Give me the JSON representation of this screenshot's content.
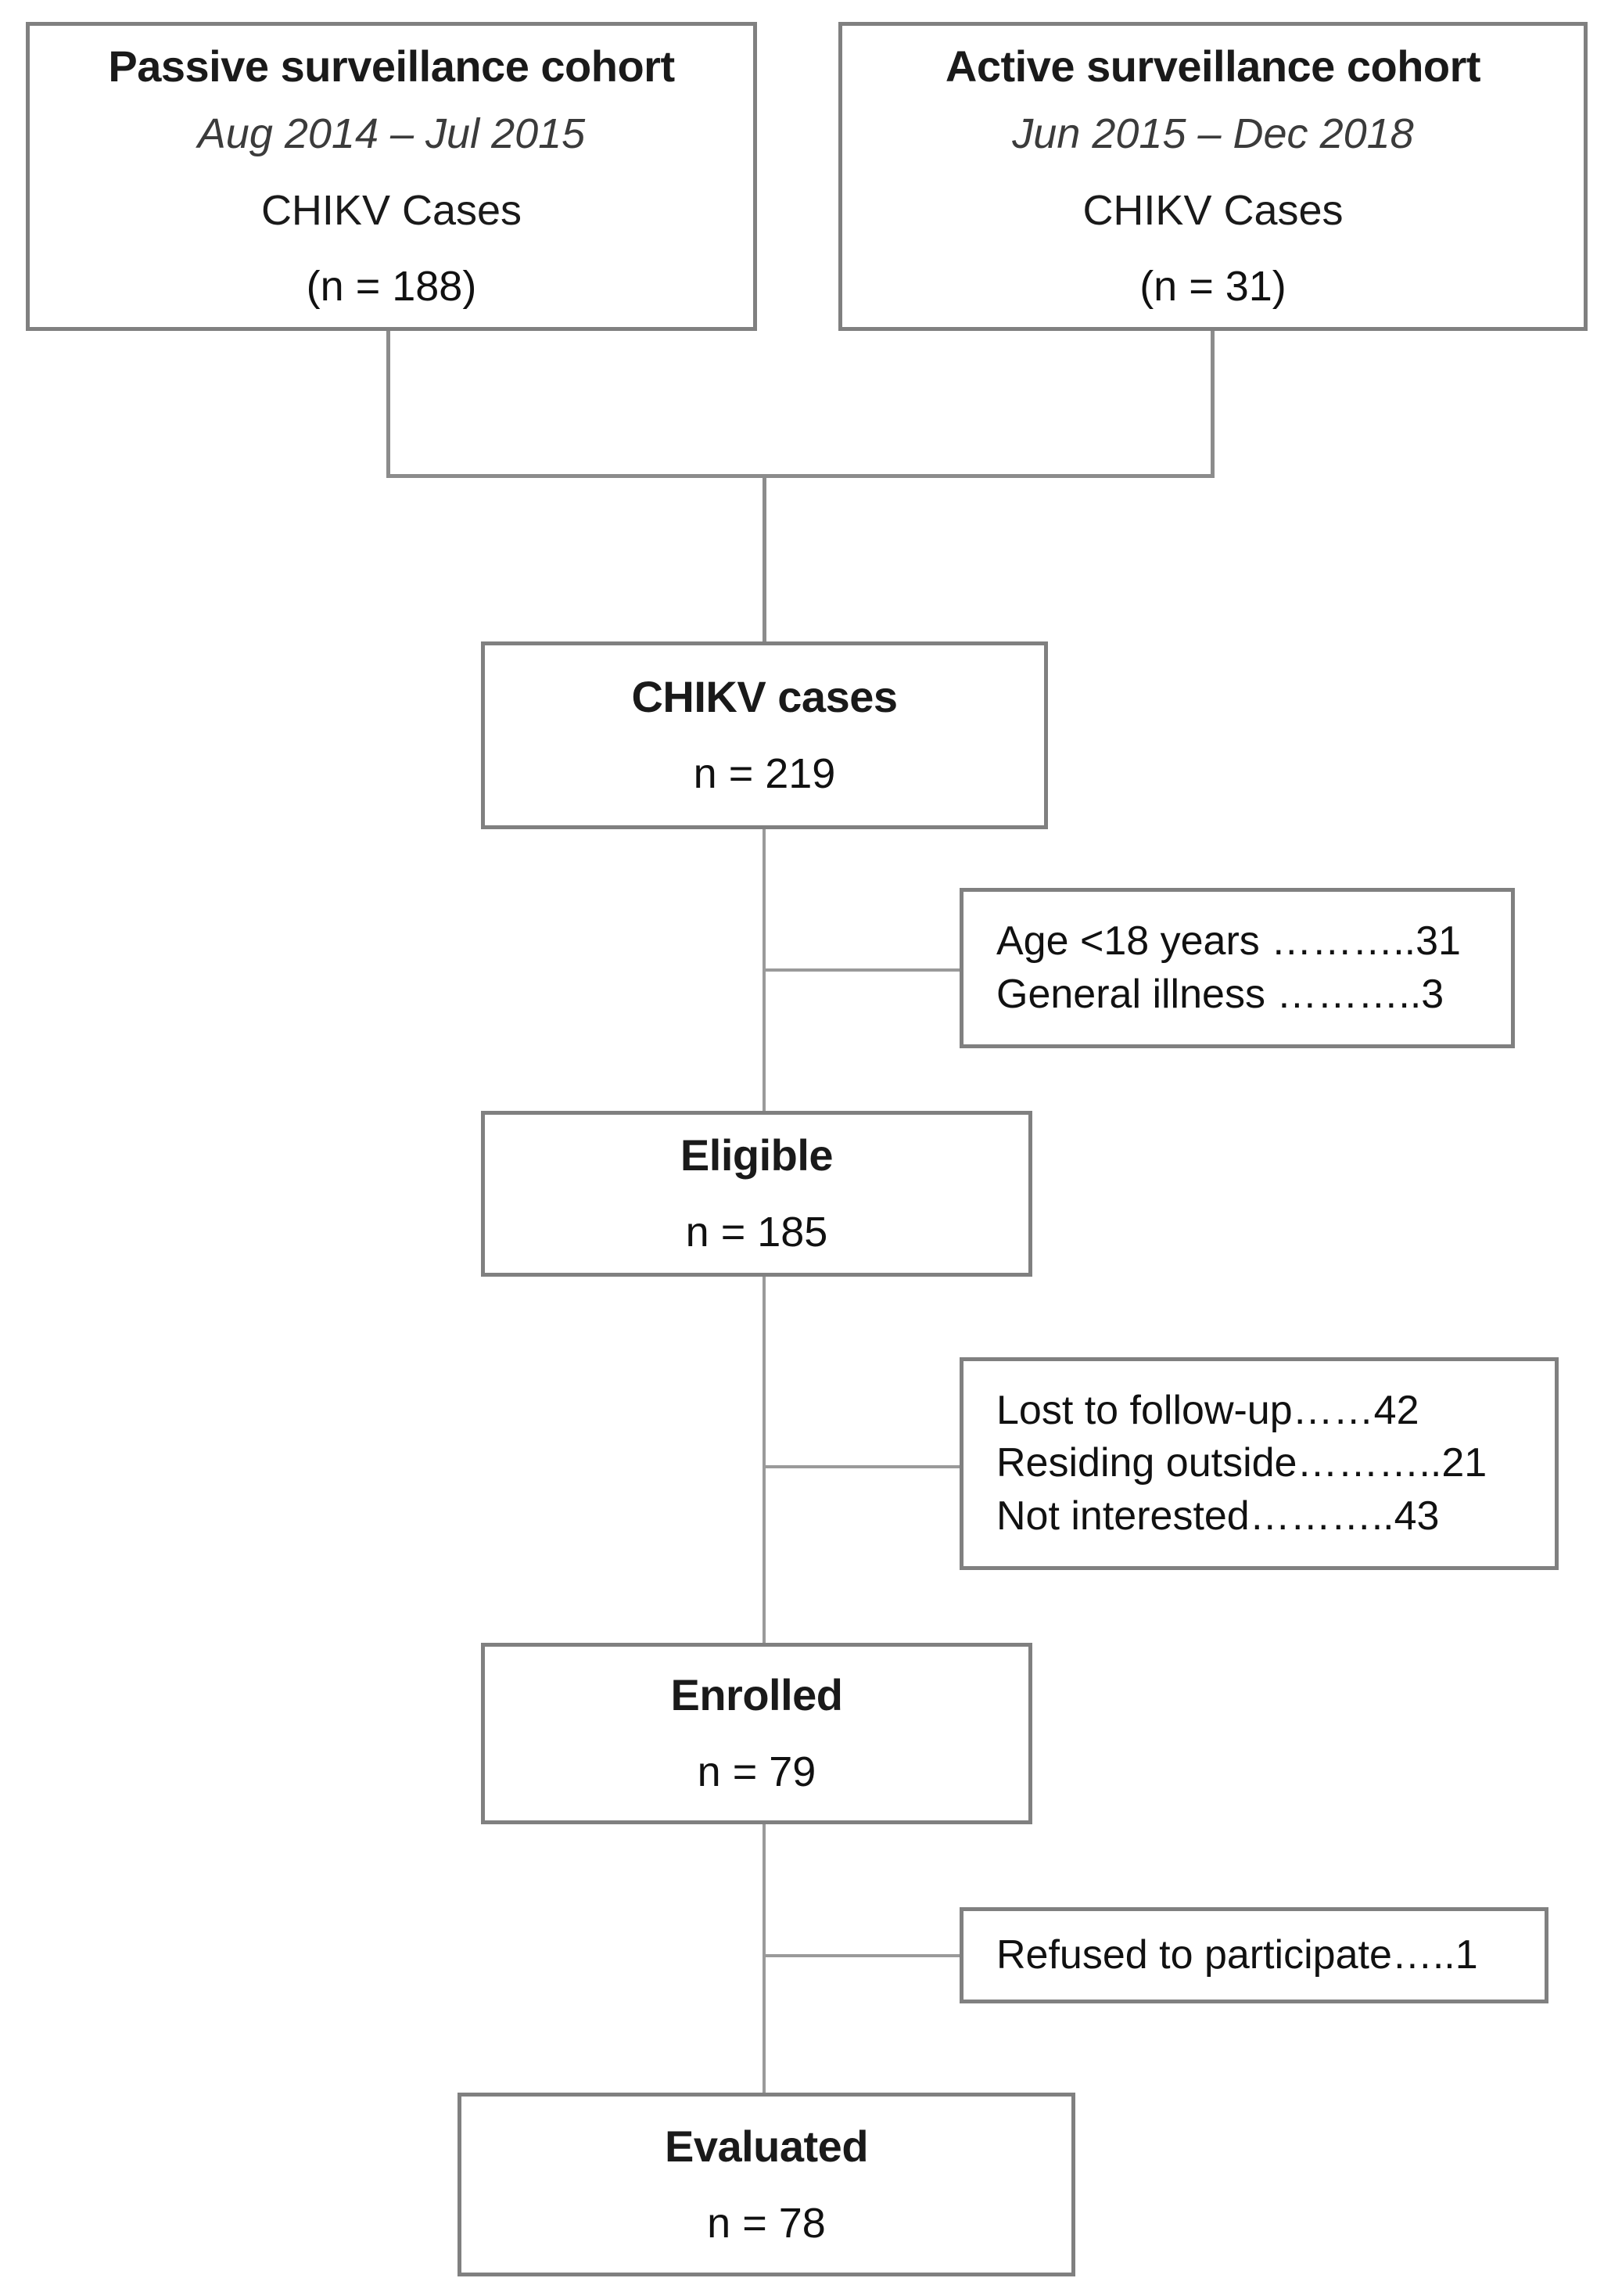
{
  "figure": {
    "type": "participant-flow-diagram",
    "accent_border_color": "#808080",
    "connector_color": "#8c8c8c",
    "text_color": "#1a1a1a"
  },
  "sources": [
    {
      "id": "passive-cohort",
      "title": "Passive surveillance cohort",
      "period": "Aug 2014 – Jul 2015",
      "subject": "CHIKV Cases",
      "count": "(n = 188)"
    },
    {
      "id": "active-cohort",
      "title": "Active surveillance cohort",
      "period": "Jun 2015 – Dec 2018",
      "subject": "CHIKV Cases",
      "count": "(n = 31)"
    }
  ],
  "flow": [
    {
      "id": "chikv-cases",
      "title": "CHIKV cases",
      "count": "n = 219"
    },
    {
      "id": "eligible",
      "title": "Eligible",
      "count": "n = 185"
    },
    {
      "id": "enrolled",
      "title": "Enrolled",
      "count": "n = 79"
    },
    {
      "id": "evaluated",
      "title": "Evaluated",
      "count": "n = 78"
    }
  ],
  "exclusions": [
    {
      "id": "exclusion-eligibility",
      "lines": [
        "Age <18 years ………..31",
        "General illness ………..3"
      ]
    },
    {
      "id": "exclusion-enrollment",
      "lines": [
        "Lost to follow-up……42",
        "Residing outside………..21",
        "Not interested………..43"
      ]
    },
    {
      "id": "exclusion-evaluation",
      "lines": [
        "Refused to participate…..1"
      ]
    }
  ]
}
